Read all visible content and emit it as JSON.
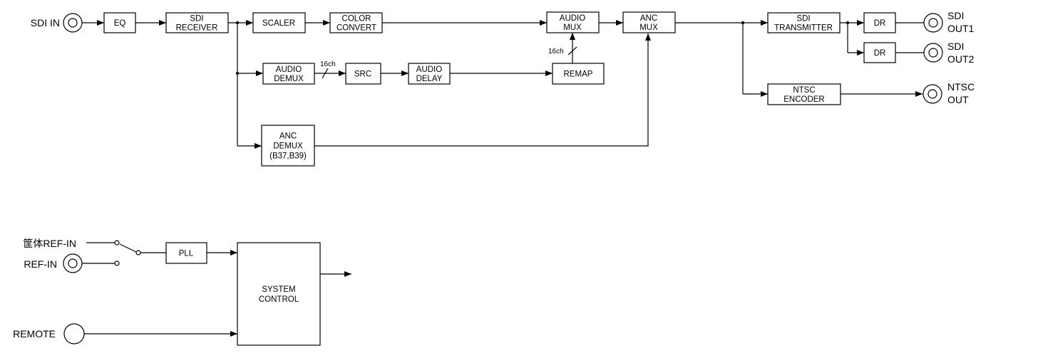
{
  "blocks": {
    "eq": [
      "EQ"
    ],
    "sdi_receiver": [
      "SDI",
      "RECEIVER"
    ],
    "scaler": [
      "SCALER"
    ],
    "color_convert": [
      "COLOR",
      "CONVERT"
    ],
    "audio_mux": [
      "AUDIO",
      "MUX"
    ],
    "anc_mux": [
      "ANC",
      "MUX"
    ],
    "sdi_transmitter": [
      "SDI",
      "TRANSMITTER"
    ],
    "dr1": [
      "DR"
    ],
    "dr2": [
      "DR"
    ],
    "audio_demux": [
      "AUDIO",
      "DEMUX"
    ],
    "src": [
      "SRC"
    ],
    "audio_delay": [
      "AUDIO",
      "DELAY"
    ],
    "remap": [
      "REMAP"
    ],
    "anc_demux": [
      "ANC",
      "DEMUX",
      "(B37,B39)"
    ],
    "ntsc_encoder": [
      "NTSC",
      "ENCODER"
    ],
    "pll": [
      "PLL"
    ],
    "system_control": [
      "SYSTEM",
      "CONTROL"
    ]
  },
  "ports": {
    "sdi_in": [
      "SDI IN"
    ],
    "sdi_out1": [
      "SDI",
      "OUT1"
    ],
    "sdi_out2": [
      "SDI",
      "OUT2"
    ],
    "ntsc_out": [
      "NTSC",
      "OUT"
    ],
    "chassis_ref_in": [
      "筐体REF-IN"
    ],
    "ref_in": [
      "REF-IN"
    ],
    "remote": [
      "REMOTE"
    ]
  },
  "annotations": {
    "ch_demux": "16ch",
    "ch_remap": "16ch"
  }
}
